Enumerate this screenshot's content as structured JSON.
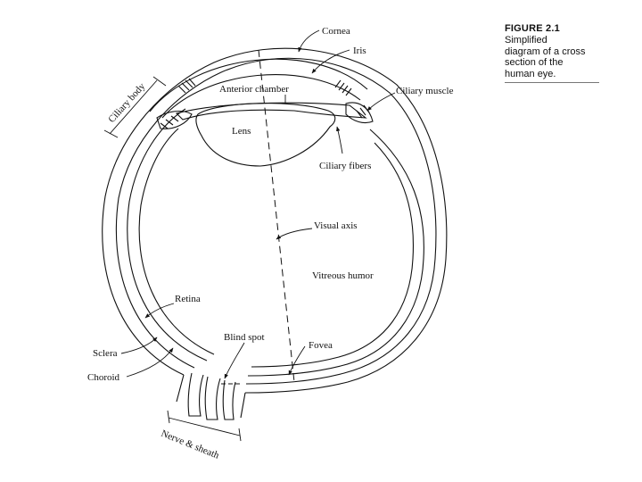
{
  "figure": {
    "title": "FIGURE 2.1",
    "caption_lines": [
      "Simplified",
      "diagram of a cross",
      "section of the",
      "human eye."
    ]
  },
  "labels": {
    "cornea": "Cornea",
    "iris": "Iris",
    "ciliary_muscle": "Ciliary muscle",
    "ciliary_body": "Ciliary body",
    "anterior_chamber": "Anterior chamber",
    "lens": "Lens",
    "ciliary_fibers": "Ciliary fibers",
    "visual_axis": "Visual axis",
    "vitreous_humor": "Vitreous humor",
    "retina": "Retina",
    "blind_spot": "Blind spot",
    "sclera": "Sclera",
    "fovea": "Fovea",
    "choroid": "Choroid",
    "nerve_sheath": "Nerve & sheath"
  },
  "colors": {
    "ink": "#111111",
    "caption_rule": "#777777"
  }
}
